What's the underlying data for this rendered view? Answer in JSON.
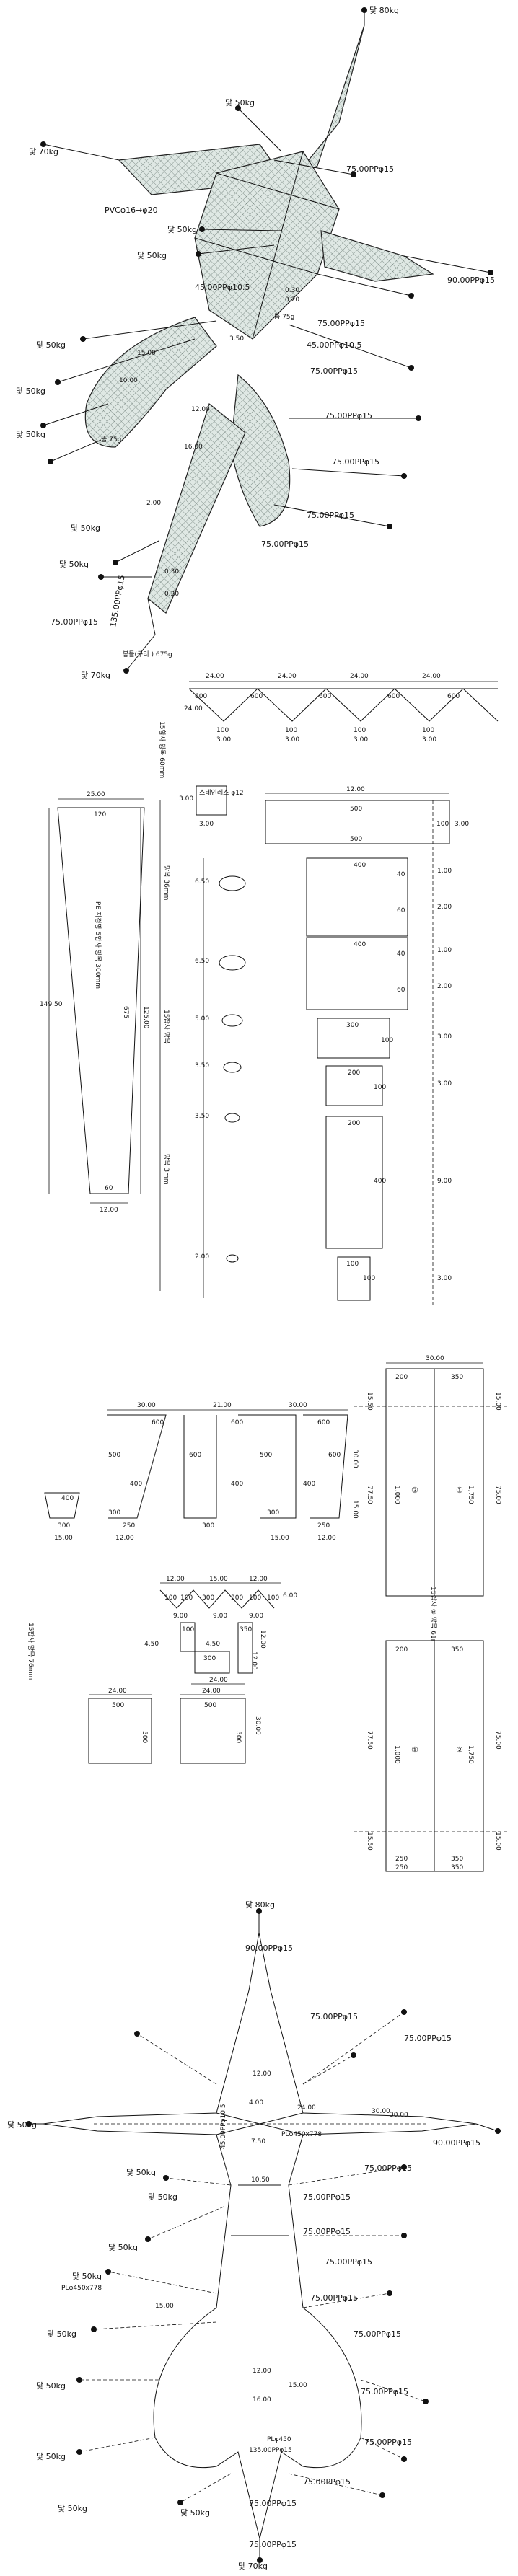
{
  "top_drawing": {
    "weights": {
      "w80_top": "닻 80kg",
      "w50_a": "닻 50kg",
      "w70_left": "닻 70kg",
      "w50_b": "닻 50kg",
      "w50_c": "닻 50kg",
      "w50_d": "닻 50kg",
      "w50_e": "닻 50kg",
      "w50_f": "닻 50kg",
      "w50_g": "닻 50kg",
      "w50_h": "닻 50kg",
      "w70_bottom": "닻 70kg"
    },
    "ropes": {
      "r75_a": "75.00PPφ15",
      "r90": "90.00PPφ15",
      "r75_b": "75.00PPφ15",
      "r75_c": "75.00PPφ15",
      "r75_d": "75.00PPφ15",
      "r75_e": "75.00PPφ15",
      "r75_f": "75.00PPφ15",
      "r75_g": "75.00PPφ15",
      "r75_h": "75.00PPφ15",
      "r45_a": "45.00PPφ10.5",
      "r45_b": "45.00PPφ10.5",
      "pvc": "PVCφ16→φ20",
      "r135": "135.00PPφ15"
    },
    "dims": {
      "d15": "15.00",
      "d10": "10.00",
      "d1200": "12.00",
      "d1600": "16.00",
      "d030": "0.30",
      "d020": "0.20",
      "d350": "3.50",
      "d200": "2.00",
      "d030b": "0.30",
      "d020b": "0.20"
    },
    "notes": {
      "float1": "뜸 75g",
      "float2": "뜸 75g",
      "sinker": "봉돌(구리 ) 675g"
    }
  },
  "section2": {
    "top_dims": [
      "24.00",
      "24.00",
      "24.00",
      "24.00"
    ],
    "mesh_counts": [
      "600",
      "600",
      "600",
      "600",
      "600"
    ],
    "bottom_counts": [
      "100",
      "100",
      "100",
      "100"
    ],
    "bottom_dims": [
      "3.00",
      "3.00",
      "3.00",
      "3.00"
    ],
    "side_dim": "24.00",
    "side_label": "15합사 망목 60mm",
    "left_net": {
      "top": "25.00",
      "top_count": "120",
      "height": "149.50",
      "right_height": "125.00",
      "count": "675",
      "bottom_count": "60",
      "bottom": "12.00",
      "label": "PE 지경망 5합사 망목 300mm"
    },
    "mid_label_top": "망목 36mm",
    "mid_label_mid": "15합사 망목",
    "mid_label_bottom": "망목 3mm",
    "ring": "스테인레스 φ12",
    "ring_dim": "3.00",
    "ring_dim2": "3.00",
    "panels": {
      "top_width": "12.00",
      "top_c1": "500",
      "top_c2": "500",
      "top_side": "100",
      "top_h": "3.00",
      "p1_c": "400",
      "p1_s1": "40",
      "p1_s2": "60",
      "p2_c": "400",
      "p2_s1": "40",
      "p2_s2": "60",
      "p3_c": "300",
      "p3_s": "100",
      "p4_c": "200",
      "p4_s": "100",
      "p5_c": "200",
      "p5_s": "400",
      "p6_c": "100",
      "p6_s": "100"
    },
    "left_dims": [
      "6.50",
      "6.50",
      "5.00",
      "3.50",
      "3.50",
      "2.00"
    ],
    "right_dims": [
      "1.00",
      "2.00",
      "1.00",
      "2.00",
      "3.00",
      "3.00",
      "9.00",
      "3.00"
    ]
  },
  "section3": {
    "top_dims": [
      "30.00",
      "21.00",
      "30.00"
    ],
    "counts": [
      "600",
      "600",
      "600",
      "500",
      "400",
      "400",
      "600",
      "500",
      "400",
      "400",
      "600"
    ],
    "bottom_counts": [
      "300",
      "300",
      "250",
      "300",
      "300",
      "250"
    ],
    "bottom_dims": [
      "15.00",
      "12.00",
      "15.00",
      "12.00"
    ],
    "side_dims": [
      "30.00",
      "15.00"
    ],
    "left_label": "15합사 망목 76mm",
    "mini": {
      "dims": [
        "12.00",
        "15.00",
        "12.00"
      ],
      "counts": [
        "100",
        "100",
        "300",
        "300",
        "100",
        "100"
      ],
      "sub": [
        "9.00",
        "9.00",
        "9.00"
      ],
      "side": [
        "6.00",
        "4.50",
        "4.50",
        "12.00"
      ],
      "c100": "100",
      "c300": "300",
      "c350": "350",
      "w1": "24.00",
      "w2": "24.00",
      "w3": "24.00",
      "b1_c": "500",
      "b1_s": "500",
      "b2_c": "500",
      "b2_s": "500",
      "h1": "12.00",
      "h2": "30.00"
    },
    "right": {
      "width": "30.00",
      "c_tl": "200",
      "c_tr": "350",
      "left_dims": [
        "15.50",
        "77.50",
        "15.50"
      ],
      "right_dims": [
        "15.00",
        "75.00",
        "15.00"
      ],
      "mid_l": "1,000",
      "mid_r": "1,750",
      "mark1": "②",
      "mark2": "①",
      "c_bl": "250",
      "c_br": "350",
      "label": "15합사 ① 망목 61mm, ② 망목 101mm",
      "lower_c_tl": "200",
      "lower_c_tr": "350",
      "lower_l": "77.50",
      "lower_r": "75.00",
      "lower_mid_l": "1,000",
      "lower_mid_r": "1,750",
      "lower_mark1": "①",
      "lower_mark2": "②",
      "lower_c_bl": "250",
      "lower_c_br": "350"
    }
  },
  "bottom_drawing": {
    "weights": [
      "닻 80kg",
      "닻 50kg",
      "닻 50kg",
      "닻 50kg",
      "닻 50kg",
      "닻 50kg",
      "닻 50kg",
      "닻 50kg",
      "닻 50kg",
      "닻 50kg",
      "닻 70kg"
    ],
    "w_left": "닻 50kg",
    "ropes": [
      "90.00PPφ15",
      "75.00PPφ15",
      "75.00PPφ15",
      "90.00PPφ15",
      "75.00PPφ15",
      "75.00PPφ15",
      "75.00PPφ15",
      "75.00PPφ15",
      "75.00PPφ15",
      "75.00PPφ15",
      "75.00PPφ15",
      "75.00PPφ15",
      "75.00PPφ15",
      "75.00PPφ15",
      "75.00PPφ15"
    ],
    "dims": [
      "12.00",
      "24.00",
      "30.00",
      "4.00",
      "7.50",
      "10.50",
      "15.00",
      "12.00",
      "16.00",
      "15.00",
      "30.00"
    ],
    "notes": [
      "PLφ450x778",
      "PLφ450x778",
      "PLφ450",
      "45.00PPφ10.5",
      "135.00PPφ15"
    ]
  }
}
